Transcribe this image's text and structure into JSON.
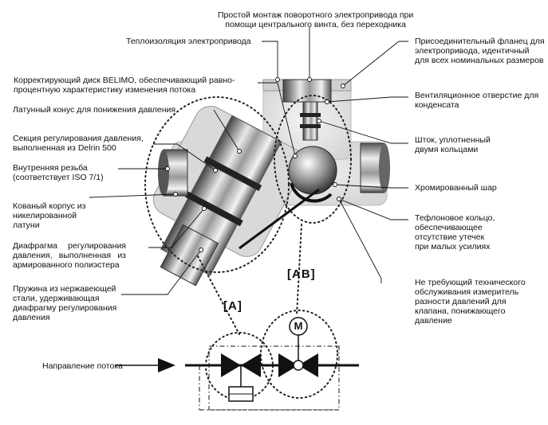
{
  "labels": {
    "top_mount": [
      "Простой монтаж поворотного электропривода при",
      "помощи центрального винта, без переходника"
    ],
    "insulation": [
      "Теплоизоляция электропривода"
    ],
    "flange": [
      "Присоединительный фланец для",
      "электропривода, идентичный",
      "для всех номинальных размеров"
    ],
    "disk": [
      "Корректирующий диск BELIMO, обеспечивающий равно-",
      "процентную характеристику изменения потока"
    ],
    "vent": [
      "Вентиляционное отверстие для",
      "конденсата"
    ],
    "cone": [
      "Латунный конус для понижения давления"
    ],
    "stem": [
      "Шток, уплотненный",
      "двумя кольцами"
    ],
    "section": [
      "Секция регулирования давления,",
      "выполненная из Delrin 500"
    ],
    "thread": [
      "Внутренняя резьба",
      "(соответствует ISO 7/1)"
    ],
    "ball": [
      "Хромированный шар"
    ],
    "body": [
      "Кованый корпус из",
      "никелированной",
      "латуни"
    ],
    "teflon": [
      "Тефлоновое кольцо,",
      "обеспечивающее",
      "отсутствие утечек",
      "при малых усилиях"
    ],
    "diaphragm": [
      "Диафрагма регулирования",
      "давления, выполненная из",
      "армированного полиэстера"
    ],
    "maintenance": [
      "Не требующий технического",
      "обслуживания измеритель",
      "разности давлений для",
      "клапана, понижающего",
      "давление"
    ],
    "spring": [
      "Пружина из нержавеющей",
      "стали, удерживающая",
      "диафрагму регулирования",
      "давления"
    ],
    "flow": [
      "Направление потока"
    ]
  },
  "tags": {
    "a": "[A]",
    "ab": "[AB]"
  },
  "symbols": {
    "motor": "M"
  }
}
